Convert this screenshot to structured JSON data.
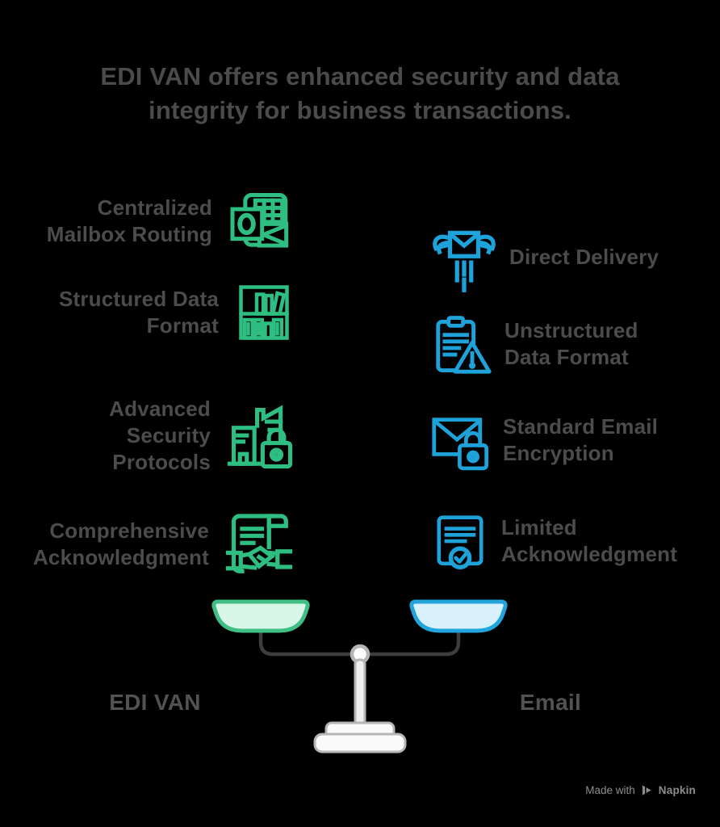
{
  "title": "EDI VAN offers enhanced security and data integrity for business transactions.",
  "colors": {
    "background": "#000000",
    "heading_text": "#4b4b4d",
    "label_text": "#4c4c4e",
    "green_accent": "#2fbe82",
    "blue_accent": "#1ea2da",
    "pan_green_fill": "#d9f7e8",
    "pan_green_border": "#3fbf84",
    "pan_blue_fill": "#d8f1fb",
    "pan_blue_border": "#21a5dc",
    "beam": "#3d3d3d",
    "stand": "#b5b5b5",
    "watermark": "#8d8d8d"
  },
  "left_column": {
    "items": [
      {
        "label": "Centralized Mailbox Routing",
        "icon": "outlook-mailbox-icon"
      },
      {
        "label": "Structured Data Format",
        "icon": "bookshelf-icon"
      },
      {
        "label": "Advanced Security Protocols",
        "icon": "buildings-lock-icon"
      },
      {
        "label": "Comprehensive Acknowledgment",
        "icon": "scroll-handshake-icon"
      }
    ]
  },
  "right_column": {
    "items": [
      {
        "label": "Direct Delivery",
        "icon": "winged-envelope-icon"
      },
      {
        "label": "Unstructured Data Format",
        "icon": "clipboard-warning-icon"
      },
      {
        "label": "Standard Email Encryption",
        "icon": "envelope-lock-icon"
      },
      {
        "label": "Limited Acknowledgment",
        "icon": "certificate-check-icon"
      }
    ]
  },
  "scale": {
    "left_label": "EDI VAN",
    "right_label": "Email"
  },
  "watermark": {
    "prefix": "Made with",
    "brand": "Napkin"
  }
}
